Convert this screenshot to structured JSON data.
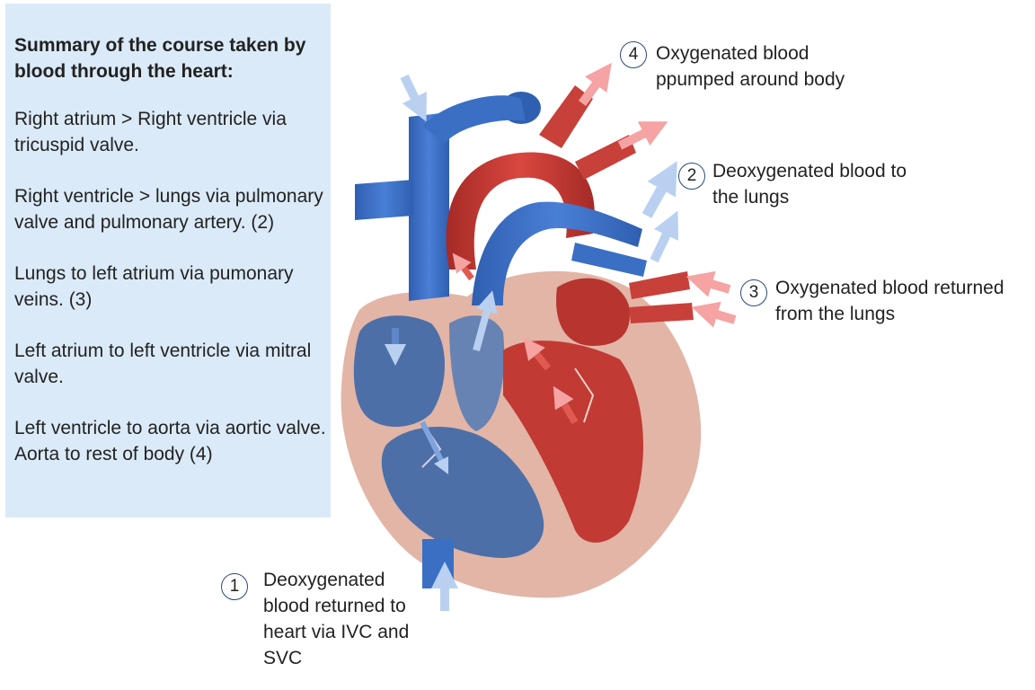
{
  "summary": {
    "title": "Summary of the course taken by blood through the heart:",
    "steps": [
      "Right atrium > Right ventricle via tricuspid valve.",
      "Right ventricle > lungs via pulmonary valve and pulmonary artery. (2)",
      "Lungs to left atrium via pumonary veins. (3)",
      "Left atrium to left ventricle via mitral valve.",
      "Left ventricle to aorta via aortic valve. Aorta to rest of body (4)"
    ]
  },
  "callouts": [
    {
      "number": "1",
      "text": "Deoxygenated blood returned to heart via IVC and SVC"
    },
    {
      "number": "2",
      "text": "Deoxygenated blood to the lungs"
    },
    {
      "number": "3",
      "text": "Oxygenated blood returned from the lungs"
    },
    {
      "number": "4",
      "text": "Oxygenated blood ppumped around body"
    }
  ],
  "colors": {
    "summary_background": "#dbeaf8",
    "deoxygenated": "#3a6fc4",
    "oxygenated": "#c43a34",
    "heart_wall": "#e2b5a6",
    "arrow_blue": "#b9d0f0",
    "arrow_red": "#f5a3a3",
    "callout_circle": "#2a4a7a"
  }
}
